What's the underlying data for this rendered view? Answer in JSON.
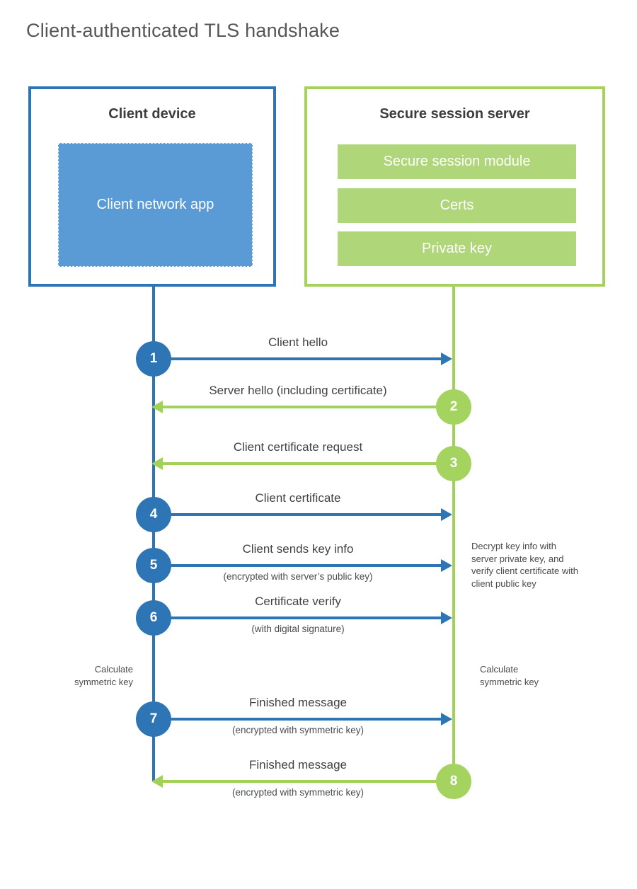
{
  "title": "Client-authenticated TLS handshake",
  "client": {
    "title": "Client device",
    "app_label": "Client network app"
  },
  "server": {
    "title": "Secure session server",
    "modules": [
      "Secure session module",
      "Certs",
      "Private key"
    ]
  },
  "steps": [
    {
      "num": "1",
      "label": "Client hello",
      "direction": "client-to-server"
    },
    {
      "num": "2",
      "label": "Server hello (including certificate)",
      "direction": "server-to-client"
    },
    {
      "num": "3",
      "label": "Client certificate request",
      "direction": "server-to-client"
    },
    {
      "num": "4",
      "label": "Client certificate",
      "direction": "client-to-server"
    },
    {
      "num": "5",
      "label": "Client sends key info",
      "sub": "(encrypted with server’s public key)",
      "direction": "client-to-server"
    },
    {
      "num": "6",
      "label": "Certificate verify",
      "sub": "(with digital signature)",
      "direction": "client-to-server"
    },
    {
      "num": "7",
      "label": "Finished message",
      "sub": "(encrypted with symmetric key)",
      "direction": "client-to-server"
    },
    {
      "num": "8",
      "label": "Finished message",
      "sub": "(encrypted with symmetric key)",
      "direction": "server-to-client"
    }
  ],
  "notes": {
    "server_decrypt": "Decrypt key info with server private key, and verify client certificate with client public key",
    "client_calculate": "Calculate symmetric key",
    "server_calculate": "Calculate symmetric key"
  },
  "colors": {
    "client_accent": "#2e75b6",
    "client_fill": "#5b9bd5",
    "server_accent": "#a1d156",
    "server_fill": "#afd678"
  }
}
